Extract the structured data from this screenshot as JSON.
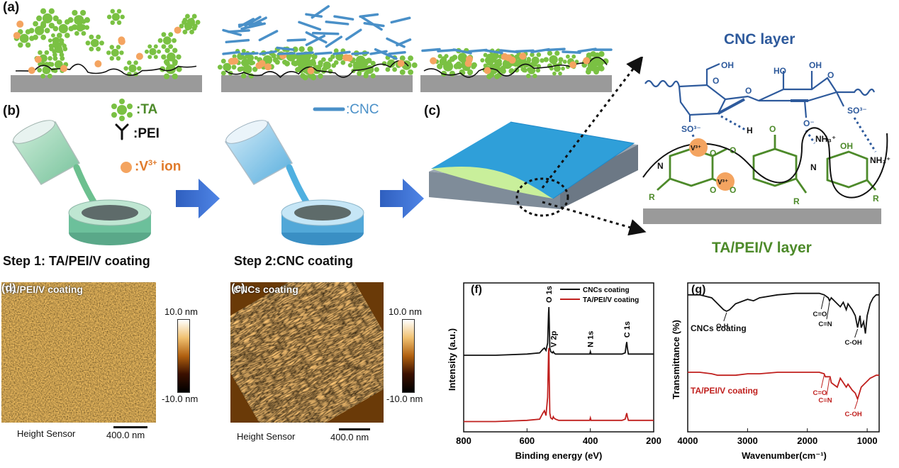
{
  "panel_labels": {
    "a": "(a)",
    "b": "(b)",
    "c": "(c)",
    "d": "(d)",
    "e": "(e)",
    "f": "(f)",
    "g": "(g)"
  },
  "legend": {
    "ta": ":TA",
    "pei": ":PEI",
    "v_prefix": ":V",
    "v_sup": "3+",
    "v_suffix": " ion",
    "cnc": ":CNC"
  },
  "steps": {
    "step1": "Step 1: TA/PEI/V coating",
    "step2": "Step 2:CNC coating"
  },
  "schematic": {
    "cnc_layer": "CNC layer",
    "ta_layer": "TA/PEI/V layer",
    "oh": "OH",
    "ho": "HO",
    "o": "O",
    "o_minus": "O⁻",
    "so3": "SO³⁻",
    "h": "H",
    "nh3": "NH₃⁺",
    "v3": "V³⁺",
    "n": "N",
    "r": "R"
  },
  "afm_d": {
    "title": "TA/PEI/V coating",
    "cbar_top": "10.0 nm",
    "cbar_bottom": "-10.0 nm",
    "sensor": "Height Sensor",
    "scale": "400.0 nm"
  },
  "afm_e": {
    "title": "CNCs coating",
    "cbar_top": "10.0 nm",
    "cbar_bottom": "-10.0 nm",
    "sensor": "Height Sensor",
    "scale": "400.0 nm"
  },
  "colors": {
    "ta_green": "#7ac143",
    "cnc_blue": "#4a90c8",
    "v_orange": "#f4a460",
    "layer_green": "#4d8a2a",
    "layer_blue": "#2e5a9c",
    "xps_red": "#c0201e"
  },
  "chart_data": [
    {
      "type": "line",
      "title": "",
      "xlabel": "Binding energy (eV)",
      "ylabel": "Intensity (a.u.)",
      "xlim": [
        800,
        200
      ],
      "xticks": [
        800,
        600,
        400,
        200
      ],
      "legend": "top-right",
      "peak_labels": [
        {
          "text": "O 1s",
          "x": 531
        },
        {
          "text": "V 2p",
          "x": 517
        },
        {
          "text": "N 1s",
          "x": 400
        },
        {
          "text": "C 1s",
          "x": 285
        }
      ],
      "series": [
        {
          "name": "CNCs coating",
          "color": "#111111",
          "x": [
            800,
            700,
            600,
            560,
            550,
            545,
            540,
            535,
            532,
            531,
            530,
            528,
            525,
            520,
            517,
            515,
            510,
            500,
            450,
            402,
            400,
            398,
            350,
            300,
            290,
            287,
            285,
            283,
            280,
            250,
            200
          ],
          "y": [
            0.6,
            0.6,
            0.61,
            0.62,
            0.65,
            0.66,
            0.64,
            0.7,
            0.95,
            1.0,
            0.9,
            0.66,
            0.63,
            0.62,
            0.63,
            0.62,
            0.61,
            0.61,
            0.61,
            0.61,
            0.63,
            0.61,
            0.61,
            0.61,
            0.62,
            0.68,
            0.71,
            0.66,
            0.61,
            0.61,
            0.61
          ]
        },
        {
          "name": "TA/PEI/V coating",
          "color": "#c0201e",
          "x": [
            800,
            700,
            600,
            560,
            550,
            545,
            540,
            535,
            532,
            531,
            530,
            528,
            525,
            520,
            517,
            515,
            510,
            500,
            450,
            402,
            400,
            398,
            350,
            300,
            290,
            287,
            285,
            283,
            280,
            250,
            200
          ],
          "y": [
            0.05,
            0.05,
            0.06,
            0.07,
            0.12,
            0.14,
            0.1,
            0.25,
            0.62,
            0.66,
            0.45,
            0.12,
            0.08,
            0.07,
            0.09,
            0.08,
            0.07,
            0.06,
            0.06,
            0.06,
            0.08,
            0.06,
            0.06,
            0.06,
            0.07,
            0.1,
            0.12,
            0.09,
            0.06,
            0.06,
            0.06
          ]
        }
      ]
    },
    {
      "type": "line",
      "title": "",
      "xlabel": "Wavenumber(cm⁻¹)",
      "ylabel": "Transmittance (%)",
      "xlim": [
        4000,
        800
      ],
      "xticks": [
        4000,
        3000,
        2000,
        1000
      ],
      "annotations": [
        {
          "text": "O-H",
          "series": 0,
          "x": 3350
        },
        {
          "text": "C=O",
          "series": 0,
          "x": 1720
        },
        {
          "text": "C=N",
          "series": 0,
          "x": 1630
        },
        {
          "text": "C-OH",
          "series": 0,
          "x": 1160
        },
        {
          "text": "C=O",
          "series": 1,
          "x": 1720
        },
        {
          "text": "C=N",
          "series": 1,
          "x": 1630
        },
        {
          "text": "C-OH",
          "series": 1,
          "x": 1160
        }
      ],
      "series_labels": [
        "CNCs coating",
        "TA/PEI/V coating"
      ],
      "series": [
        {
          "name": "CNCs coating",
          "color": "#111111",
          "x": [
            4000,
            3800,
            3600,
            3500,
            3400,
            3350,
            3300,
            3200,
            3000,
            2900,
            2800,
            2500,
            2200,
            2000,
            1800,
            1720,
            1650,
            1630,
            1600,
            1500,
            1450,
            1400,
            1350,
            1320,
            1250,
            1200,
            1160,
            1120,
            1100,
            1060,
            1030,
            1000,
            950,
            900,
            850,
            800
          ],
          "y": [
            0.92,
            0.92,
            0.9,
            0.86,
            0.82,
            0.81,
            0.82,
            0.86,
            0.89,
            0.88,
            0.9,
            0.92,
            0.93,
            0.93,
            0.93,
            0.92,
            0.9,
            0.88,
            0.9,
            0.86,
            0.84,
            0.87,
            0.82,
            0.86,
            0.82,
            0.78,
            0.7,
            0.78,
            0.7,
            0.74,
            0.66,
            0.78,
            0.86,
            0.9,
            0.92,
            0.92
          ]
        },
        {
          "name": "TA/PEI/V coating",
          "color": "#c0201e",
          "x": [
            4000,
            3800,
            3600,
            3500,
            3400,
            3300,
            3200,
            3000,
            2900,
            2800,
            2500,
            2200,
            2000,
            1800,
            1720,
            1700,
            1620,
            1600,
            1500,
            1450,
            1350,
            1320,
            1250,
            1200,
            1160,
            1100,
            1050,
            1000,
            950,
            900,
            850,
            800
          ],
          "y": [
            0.4,
            0.4,
            0.39,
            0.38,
            0.38,
            0.38,
            0.38,
            0.39,
            0.39,
            0.39,
            0.4,
            0.4,
            0.4,
            0.4,
            0.39,
            0.37,
            0.37,
            0.33,
            0.3,
            0.36,
            0.3,
            0.32,
            0.28,
            0.26,
            0.22,
            0.3,
            0.32,
            0.34,
            0.36,
            0.37,
            0.38,
            0.38
          ]
        }
      ]
    }
  ]
}
